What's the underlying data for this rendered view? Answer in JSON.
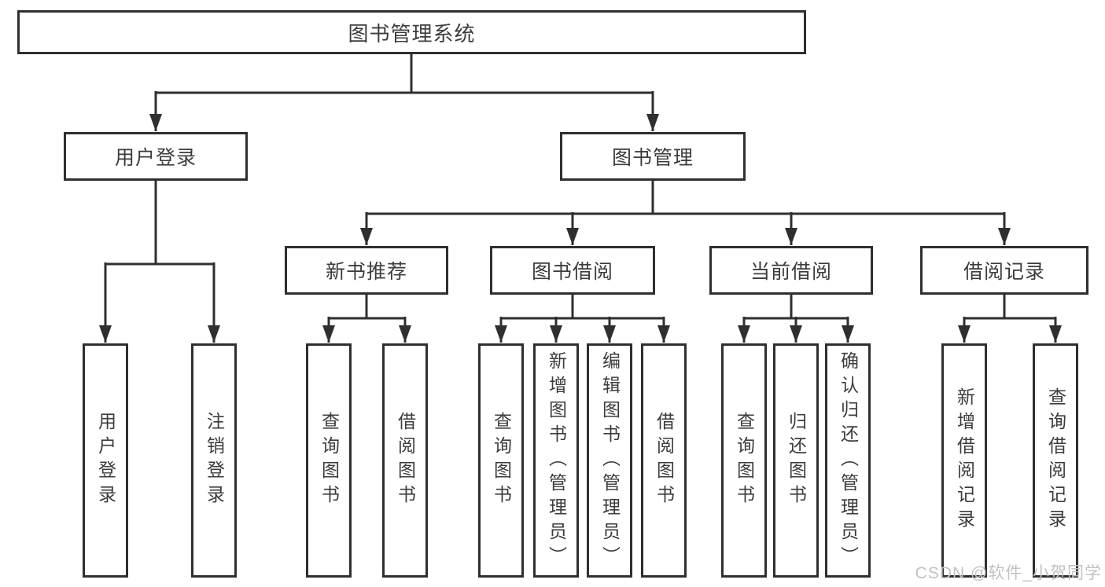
{
  "nodes": {
    "root": "图书管理系统",
    "user_login": "用户登录",
    "book_mgmt": "图书管理",
    "new_book_rec": "新书推荐",
    "book_borrow": "图书借阅",
    "current_borrow": "当前借阅",
    "borrow_record": "借阅记录",
    "leaf_user_login": "用户登录",
    "leaf_logout": "注销登录",
    "leaf_nb_query": "查询图书",
    "leaf_nb_borrow": "借阅图书",
    "leaf_bb_query": "查询图书",
    "leaf_bb_add": "新增图书（管理员）",
    "leaf_bb_edit": "编辑图书（管理员）",
    "leaf_bb_borrow": "借阅图书",
    "leaf_cb_query": "查询图书",
    "leaf_cb_return": "归还图书",
    "leaf_cb_confirm": "确认归还（管理员）",
    "leaf_br_add": "新增借阅记录",
    "leaf_br_query": "查询借阅记录"
  },
  "tree": {
    "root": [
      "user_login",
      "book_mgmt"
    ],
    "user_login": [
      "leaf_user_login",
      "leaf_logout"
    ],
    "book_mgmt": [
      "new_book_rec",
      "book_borrow",
      "current_borrow",
      "borrow_record"
    ],
    "new_book_rec": [
      "leaf_nb_query",
      "leaf_nb_borrow"
    ],
    "book_borrow": [
      "leaf_bb_query",
      "leaf_bb_add",
      "leaf_bb_edit",
      "leaf_bb_borrow"
    ],
    "current_borrow": [
      "leaf_cb_query",
      "leaf_cb_return",
      "leaf_cb_confirm"
    ],
    "borrow_record": [
      "leaf_br_add",
      "leaf_br_query"
    ]
  },
  "watermark": "CSDN @软件_小贺同学",
  "colors": {
    "line": "#2f2f2f",
    "text": "#3c3c3c",
    "watermark": "#c2c2c2",
    "background": "#ffffff"
  }
}
